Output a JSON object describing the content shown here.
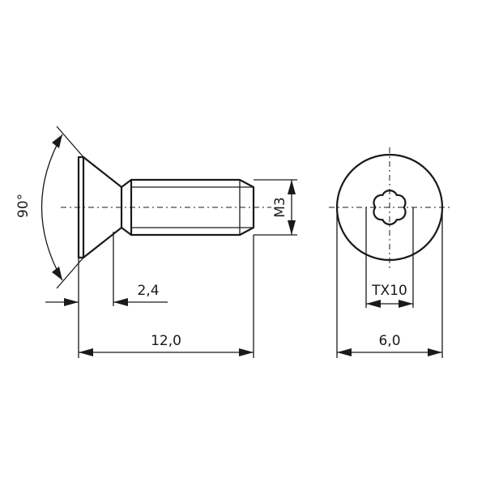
{
  "drawing": {
    "labels": {
      "angle": "90°",
      "head_length": "2,4",
      "total_length": "12,0",
      "thread": "M3",
      "drive": "TX10",
      "head_diameter": "6,0"
    },
    "line_color": "#1a1a1a",
    "background": "#ffffff"
  }
}
